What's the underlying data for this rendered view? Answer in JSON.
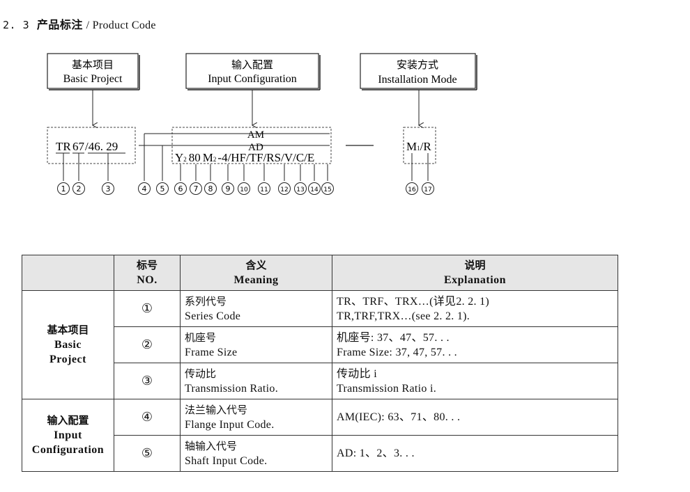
{
  "heading": {
    "number": "2. 3",
    "title_cn": "产品标注",
    "title_en": "/ Product Code"
  },
  "diagram": {
    "boxes": [
      {
        "cn": "基本项目",
        "en": "Basic Project"
      },
      {
        "cn": "输入配置",
        "en": "Input Configuration"
      },
      {
        "cn": "安装方式",
        "en": "Installation Mode"
      }
    ],
    "basic_code": {
      "series": "TR",
      "size": "67",
      "ratio": "/46. 29"
    },
    "am_label": "AM",
    "ad_label": "AD",
    "input_code": {
      "y": "Y",
      "y_sub": "2",
      "power": "80",
      "m": "M",
      "m_sub": "2",
      "rest": "-4/HF/TF/RS/V/C/E"
    },
    "mount_code": {
      "m": "M",
      "m_sub": "1",
      "rest": "/R"
    },
    "markers": [
      "①",
      "②",
      "③",
      "④",
      "⑤",
      "⑥",
      "⑦",
      "⑧",
      "⑨",
      "⑩",
      "⑪",
      "⑫",
      "⑬",
      "⑭",
      "⑮",
      "⑯",
      "⑰"
    ]
  },
  "table": {
    "header": {
      "no_cn": "标号",
      "no_en": "NO.",
      "meaning_cn": "含义",
      "meaning_en": "Meaning",
      "explanation_cn": "说明",
      "explanation_en": "Explanation"
    },
    "groups": [
      {
        "cn": "基本项目",
        "en1": "Basic",
        "en2": "Project"
      },
      {
        "cn": "输入配置",
        "en1": "Input",
        "en2": "Configuration"
      }
    ],
    "rows": [
      {
        "no": "①",
        "meaning_cn": "系列代号",
        "meaning_en": "Series Code",
        "exp1": "TR、TRF、TRX…(详见2. 2. 1)",
        "exp2": "TR,TRF,TRX…(see 2. 2. 1)."
      },
      {
        "no": "②",
        "meaning_cn": "机座号",
        "meaning_en": "Frame Size",
        "exp1": "机座号: 37、47、57. . .",
        "exp2": "Frame Size: 37, 47, 57. . ."
      },
      {
        "no": "③",
        "meaning_cn": "传动比",
        "meaning_en": "Transmission Ratio.",
        "exp1": "传动比 i",
        "exp2": "Transmission Ratio i."
      },
      {
        "no": "④",
        "meaning_cn": "法兰输入代号",
        "meaning_en": "Flange Input Code.",
        "exp1": "AM(IEC): 63、71、80. . ."
      },
      {
        "no": "⑤",
        "meaning_cn": "轴输入代号",
        "meaning_en": "Shaft Input Code.",
        "exp1": "AD: 1、2、3. . ."
      }
    ]
  }
}
